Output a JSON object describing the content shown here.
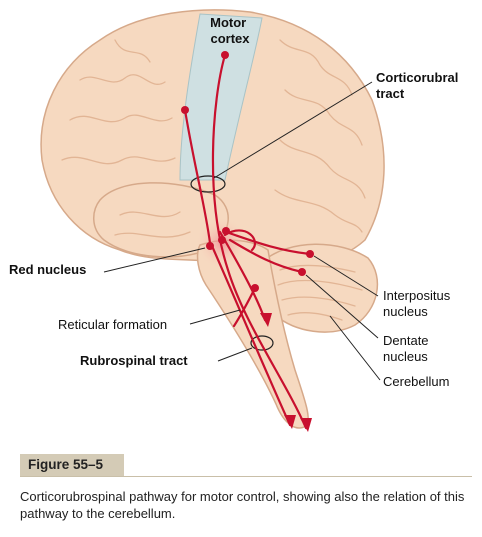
{
  "labels": {
    "motor_cortex": [
      "Motor",
      "cortex"
    ],
    "corticorubral_tract": [
      "Corticorubral",
      "tract"
    ],
    "red_nucleus": "Red nucleus",
    "interpositus_nucleus": [
      "Interpositus",
      "nucleus"
    ],
    "reticular_formation": "Reticular formation",
    "dentate_nucleus": [
      "Dentate",
      "nucleus"
    ],
    "rubrospinal_tract": "Rubrospinal tract",
    "cerebellum": "Cerebellum"
  },
  "figure": {
    "tag": "Figure 55–5",
    "caption": "Corticorubrospinal pathway for motor control, showing also the relation of this pathway to the cerebellum."
  },
  "colors": {
    "brain": "#f6d9c0",
    "brain_outline": "#d6a98a",
    "gyri": "#e2b595",
    "motor_cortex": "#cfe0e2",
    "pathway": "#c8102e",
    "caption_tag": "#d4cbb6"
  }
}
